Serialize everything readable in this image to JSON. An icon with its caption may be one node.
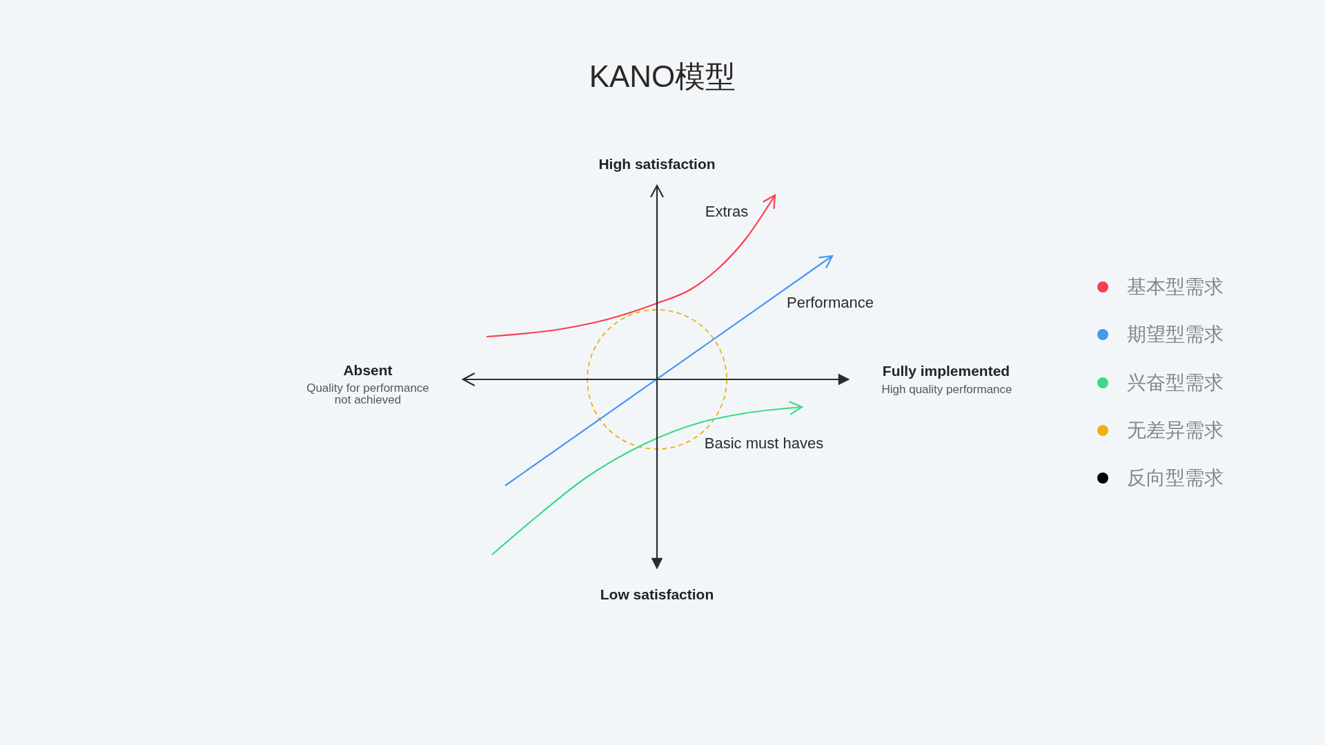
{
  "diagram": {
    "title": "KANO模型",
    "labels": [
      "High satisfaction",
      "Extras",
      "Performance",
      "Absent",
      "Quality for performance not achieved",
      "Fully implemented",
      "High quality performance",
      "Basic must haves",
      "Low satisfaction"
    ],
    "legend": [
      {
        "text": "基本型需求",
        "color": "#fa3e4e"
      },
      {
        "text": "期望型需求",
        "color": "#4298f2"
      },
      {
        "text": "兴奋型需求",
        "color": "#3ad98a"
      },
      {
        "text": "无差异需求",
        "color": "#ebb10f"
      },
      {
        "text": "反向型需求",
        "color": "#000000"
      }
    ]
  }
}
